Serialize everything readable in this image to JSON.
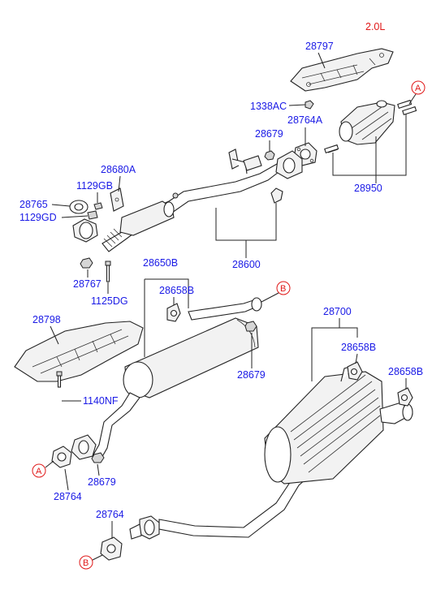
{
  "engine_label": "2.0L",
  "colors": {
    "label": "#1a1ae6",
    "accent": "#e01818",
    "line": "#222222"
  },
  "callouts": {
    "A": "A",
    "B": "B"
  },
  "labels": {
    "p28797": "28797",
    "p1338AC": "1338AC",
    "p28764A": "28764A",
    "p28679_top": "28679",
    "p28950": "28950",
    "p28680A": "28680A",
    "p1129GB": "1129GB",
    "p28765": "28765",
    "p1129GD": "1129GD",
    "p28600": "28600",
    "p28767": "28767",
    "p1125DG": "1125DG",
    "p28650B": "28650B",
    "p28658B_mid": "28658B",
    "p28798": "28798",
    "p28679_mid": "28679",
    "p1140NF": "1140NF",
    "p28700": "28700",
    "p28658B_r1": "28658B",
    "p28658B_r2": "28658B",
    "p28764_left": "28764",
    "p28679_low": "28679",
    "p28764_bottom": "28764"
  }
}
